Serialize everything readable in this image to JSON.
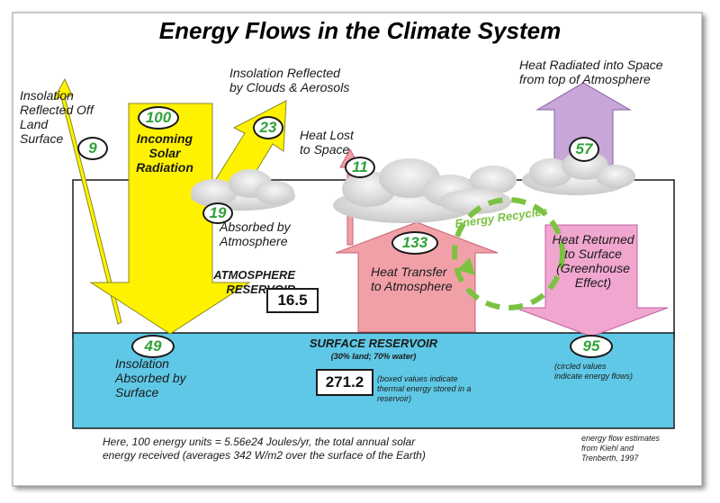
{
  "title": "Energy Flows in the Climate System",
  "labels": {
    "reflected_land": "Insolation\nReflected Off\nLand\nSurface",
    "reflected_clouds": "Insolation Reflected\nby Clouds & Aerosols",
    "incoming": "Incoming\nSolar\nRadiation",
    "heat_lost": "Heat Lost\nto Space",
    "radiated_space": "Heat Radiated into Space\nfrom top of Atmosphere",
    "absorbed_atm": "Absorbed by\nAtmosphere",
    "energy_recycles": "Energy Recycles",
    "heat_returned": "Heat Returned\nto Surface\n(Greenhouse\nEffect)",
    "atm_reservoir": "ATMOSPHERE\nRESERVOIR",
    "heat_transfer": "Heat Transfer\nto Atmosphere",
    "surface_reservoir": "SURFACE RESERVOIR",
    "surface_comp": "(30% land; 70% water)",
    "absorbed_surface": "Insolation\nAbsorbed by\nSurface",
    "boxed_note": "(boxed values indicate\nthermal energy stored in a\nreservoir)",
    "circled_note": "(circled values\nindicate energy flows)",
    "footnote": "Here, 100 energy units = 5.56e24 Joules/yr, the total annual solar\nenergy received (averages 342 W/m2 over the surface of the Earth)",
    "source": "energy flow estimates\nfrom Kiehl and\nTrenberth, 1997"
  },
  "flows": {
    "incoming": "100",
    "reflected_land": "9",
    "reflected_clouds": "23",
    "absorbed_atm": "19",
    "heat_lost": "11",
    "radiated_space": "57",
    "heat_transfer": "133",
    "absorbed_surface": "49",
    "heat_returned": "95"
  },
  "reservoirs": {
    "atmosphere": "16.5",
    "surface": "271.2"
  },
  "colors": {
    "solar": "#fff200",
    "heat": "#f2a0a8",
    "greenhouse": "#f0a6cf",
    "space": "#c8a6d8",
    "surface": "#5fc8e6",
    "flow_number": "#2fa23a",
    "recycle": "#7cc242"
  }
}
